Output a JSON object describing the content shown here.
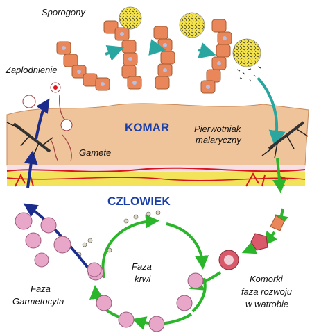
{
  "labels": {
    "sporogony": "Sporogony",
    "zaplodnienie": "Zaplodnienie",
    "komar": "KOMAR",
    "pierwotniak_line1": "Pierwotniak",
    "pierwotniak_line2": "malaryczny",
    "gamete": "Gamete",
    "czlowiek": "CZLOWIEK",
    "faza_krwi_line1": "Faza",
    "faza_krwi_line2": "krwi",
    "faza_garmetocyta_line1": "Faza",
    "faza_garmetocyta_line2": "Garmetocyta",
    "komorki_line1": "Komorki",
    "komorki_line2": "faza  rozwoju",
    "komorki_line3": "w watrobie"
  },
  "colors": {
    "skin": "#f0c49a",
    "skin_edge": "#c98a5a",
    "fat": "#f3e35a",
    "vessel": "#d9141c",
    "cell": "#e9865a",
    "cell_nucleus": "#b8bfe0",
    "teal_arrow": "#2aa6a0",
    "green_arrow": "#2bb52b",
    "navy_arrow": "#1c2c8c",
    "rbc": "#e8a6c8",
    "title_blue": "#1a3fa8"
  }
}
